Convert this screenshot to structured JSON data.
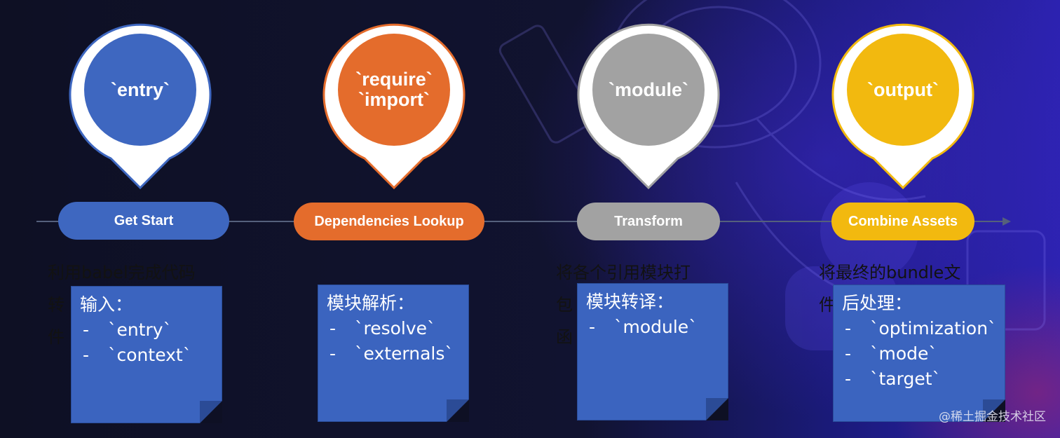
{
  "stages": [
    {
      "pin_label": "`entry`",
      "pill_label": "Get Start",
      "bg_text": "利用babel完成代码\n转\n件",
      "note_title": "输入：",
      "note_items": [
        "`entry`",
        "`context`"
      ],
      "color": "#3e67c0"
    },
    {
      "pin_label": "`require`\n`import`",
      "pill_label": "Dependencies Lookup",
      "bg_text": "",
      "note_title": "模块解析：",
      "note_items": [
        "`resolve`",
        "`externals`"
      ],
      "color": "#e46c2c"
    },
    {
      "pin_label": "`module`",
      "pill_label": "Transform",
      "bg_text": "将各个引用模块打\n包\n函",
      "note_title": "模块转译：",
      "note_items": [
        "`module`"
      ],
      "color": "#a2a2a2"
    },
    {
      "pin_label": "`output`",
      "pill_label": "Combine Assets",
      "bg_text": "将最终的bundle文\n件",
      "note_title": "后处理：",
      "note_items": [
        "`optimization`",
        "`mode`",
        "`target`"
      ],
      "color": "#f2b90f"
    }
  ],
  "watermark": "@稀土掘金技术社区"
}
